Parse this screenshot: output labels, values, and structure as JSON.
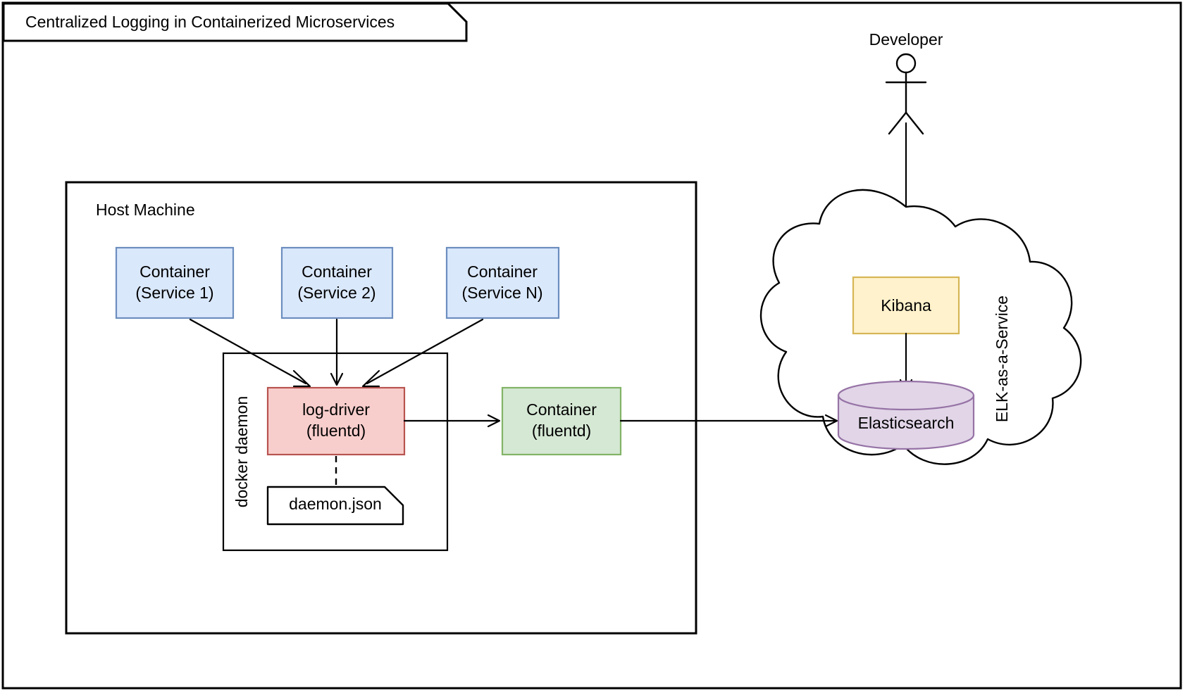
{
  "title_banner": {
    "label": "Centralized Logging in Containerized Microservices"
  },
  "actor": {
    "label": "Developer",
    "icon": "stick-figure-actor-icon"
  },
  "host_machine": {
    "label": "Host Machine",
    "containers": [
      {
        "line1": "Container",
        "line2": "(Service 1)"
      },
      {
        "line1": "Container",
        "line2": "(Service 2)"
      },
      {
        "line1": "Container",
        "line2": "(Service N)"
      }
    ],
    "daemon": {
      "label": "docker daemon",
      "log_driver": {
        "line1": "log-driver",
        "line2": "(fluentd)"
      },
      "config_file": {
        "label": "daemon.json",
        "icon": "note-document-icon"
      }
    },
    "fluentd_container": {
      "line1": "Container",
      "line2": "(fluentd)"
    }
  },
  "cloud": {
    "label": "ELK-as-a-Service",
    "kibana": {
      "label": "Kibana"
    },
    "elasticsearch": {
      "label": "Elasticsearch",
      "icon": "database-cylinder-icon"
    }
  },
  "colors": {
    "container_blue_fill": "#dae8fc",
    "container_blue_stroke": "#6c8ebf",
    "log_driver_red_fill": "#f8cecc",
    "log_driver_red_stroke": "#b85450",
    "fluentd_green_fill": "#d5e8d4",
    "fluentd_green_stroke": "#82b366",
    "kibana_yellow_fill": "#fff2cc",
    "kibana_yellow_stroke": "#d6b656",
    "elastic_purple_fill": "#e1d5e7",
    "elastic_purple_stroke": "#9673a6",
    "line_black": "#000000",
    "page_white": "#ffffff"
  }
}
